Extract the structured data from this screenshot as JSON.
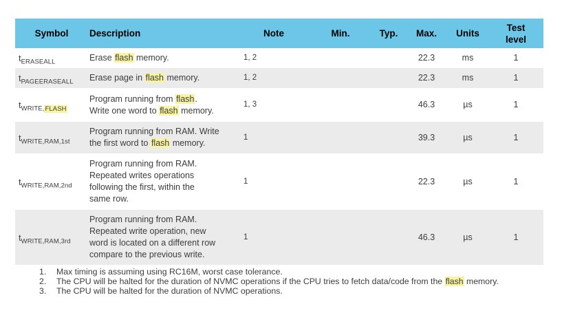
{
  "colors": {
    "header_bg": "#6CC6E8",
    "row_alt_bg": "#EBEBEB",
    "highlight": "#F7F3A0",
    "text": "#3C3C3C"
  },
  "table": {
    "headers": [
      "Symbol",
      "Description",
      "Note",
      "Min.",
      "Typ.",
      "Max.",
      "Units",
      "Test\nlevel"
    ],
    "rows": [
      {
        "symbol": {
          "base": "t",
          "sub": [
            {
              "t": "ERASEALL"
            }
          ]
        },
        "description": [
          {
            "t": "Erase "
          },
          {
            "t": "flash",
            "hl": true
          },
          {
            "t": " memory."
          }
        ],
        "note": "1, 2",
        "min": "",
        "typ": "",
        "max": "22.3",
        "units": "ms",
        "test_level": "1"
      },
      {
        "symbol": {
          "base": "t",
          "sub": [
            {
              "t": "PAGEERASEALL"
            }
          ]
        },
        "description": [
          {
            "t": "Erase page in "
          },
          {
            "t": "flash",
            "hl": true
          },
          {
            "t": " memory."
          }
        ],
        "note": "1, 2",
        "min": "",
        "typ": "",
        "max": "22.3",
        "units": "ms",
        "test_level": "1"
      },
      {
        "symbol": {
          "base": "t",
          "sub": [
            {
              "t": "WRITE,"
            },
            {
              "t": "FLASH",
              "hl": true
            }
          ]
        },
        "description": [
          {
            "t": "Program running from "
          },
          {
            "t": "flash",
            "hl": true
          },
          {
            "t": "."
          },
          {
            "br": true
          },
          {
            "t": "Write one word to "
          },
          {
            "t": "flash",
            "hl": true
          },
          {
            "t": " memory."
          }
        ],
        "note": "1, 3",
        "min": "",
        "typ": "",
        "max": "46.3",
        "units": "µs",
        "test_level": "1"
      },
      {
        "symbol": {
          "base": "t",
          "sub": [
            {
              "t": "WRITE,RAM,1st"
            }
          ]
        },
        "description": [
          {
            "t": "Program running from RAM. Write"
          },
          {
            "br": true
          },
          {
            "t": "the first word to "
          },
          {
            "t": "flash",
            "hl": true
          },
          {
            "t": " memory."
          }
        ],
        "note": "1",
        "min": "",
        "typ": "",
        "max": "39.3",
        "units": "µs",
        "test_level": "1"
      },
      {
        "symbol": {
          "base": "t",
          "sub": [
            {
              "t": "WRITE,RAM,2nd"
            }
          ]
        },
        "description": [
          {
            "t": "Program running from RAM."
          },
          {
            "br": true
          },
          {
            "t": "Repeated writes operations"
          },
          {
            "br": true
          },
          {
            "t": "following the first, within the"
          },
          {
            "br": true
          },
          {
            "t": "same row."
          }
        ],
        "note": "1",
        "min": "",
        "typ": "",
        "max": "22.3",
        "units": "µs",
        "test_level": "1"
      },
      {
        "symbol": {
          "base": "t",
          "sub": [
            {
              "t": "WRITE,RAM,3rd"
            }
          ]
        },
        "description": [
          {
            "t": "Program running from RAM."
          },
          {
            "br": true
          },
          {
            "t": "Repeated write operation, new"
          },
          {
            "br": true
          },
          {
            "t": "word is located on a different row"
          },
          {
            "br": true
          },
          {
            "t": "compare to the previous write."
          }
        ],
        "note": "1",
        "min": "",
        "typ": "",
        "max": "46.3",
        "units": "µs",
        "test_level": "1"
      }
    ]
  },
  "footnotes": [
    {
      "number": "1.",
      "segments": [
        {
          "t": "Max timing is assuming using RC16M, worst case tolerance."
        }
      ]
    },
    {
      "number": "2.",
      "segments": [
        {
          "t": "The CPU will be halted for the duration of NVMC operations if the CPU tries to fetch data/code from the "
        },
        {
          "t": "flash",
          "hl": true
        },
        {
          "t": " memory."
        }
      ]
    },
    {
      "number": "3.",
      "segments": [
        {
          "t": "The CPU will be halted for the duration of NVMC operations."
        }
      ]
    }
  ]
}
